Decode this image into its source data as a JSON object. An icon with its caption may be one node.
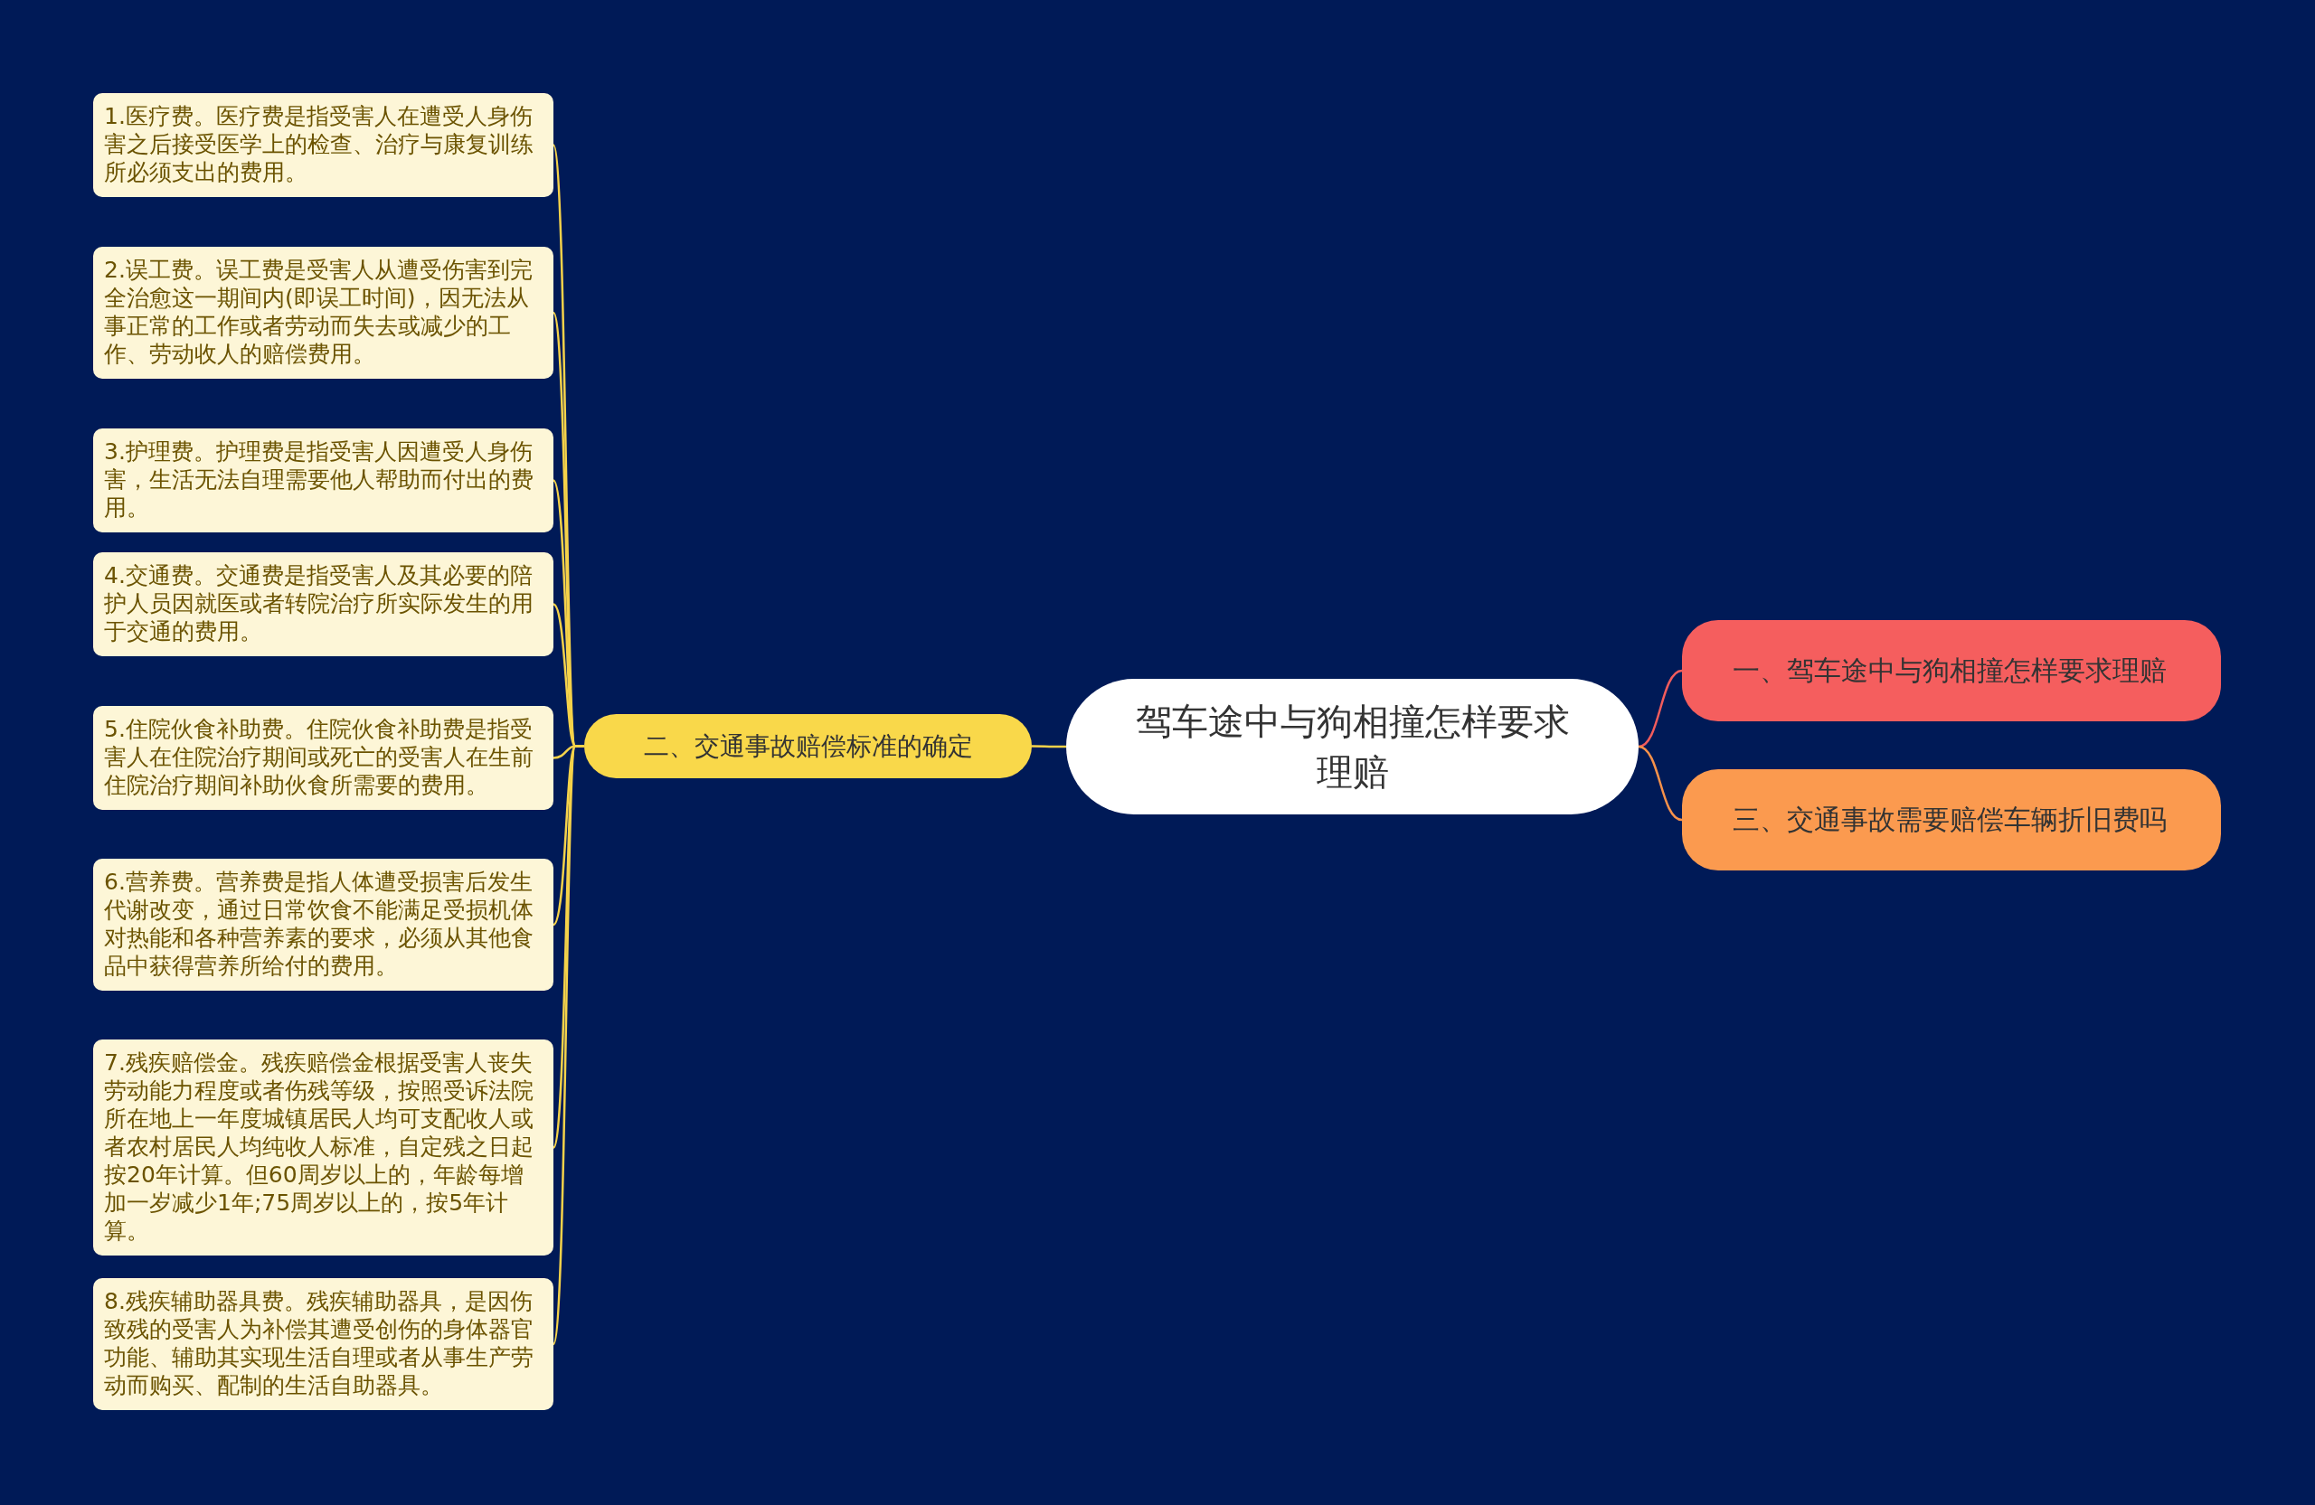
{
  "diagram": {
    "nodes": [
      {
        "text": [
          "驾车途中与狗相撞怎样要求理赔"
        ]
      },
      {
        "text": [
          "一、驾车途中与狗相撞怎样要求理赔"
        ]
      },
      {
        "text": [
          "二、交通事故赔偿标准的确定"
        ]
      },
      {
        "text": [
          "1.医疗费。医疗费是指受害人在遭受人身伤害之后接受医学上的检查、治疗与康复训练所必须支出的费用。"
        ]
      },
      {
        "text": [
          "2.误工费。误工费是受害人从遭受伤害到完全治愈这一期间内(即误工时间)，因无法从事正常的工作或者劳动而失去或减少的工作、劳动收人的赔偿费用。"
        ]
      },
      {
        "text": [
          "3.护理费。护理费是指受害人因遭受人身伤害，生活无法自理需要他人帮助而付出的费用。"
        ]
      },
      {
        "text": [
          "4.交通费。交通费是指受害人及其必要的陪护人员因就医或者转院治疗所实际发生的用于交通的费用。"
        ]
      },
      {
        "text": [
          "5.住院伙食补助费。住院伙食补助费是指受害人在住院治疗期间或死亡的受害人在生前住院治疗期间补助伙食所需要的费用。"
        ]
      },
      {
        "text": [
          "6.营养费。营养费是指人体遭受损害后发生代谢改变，通过日常饮食不能满足受损机体对热能和各种营养素的要求，必须从其他食品中获得营养所给付的费用。"
        ]
      },
      {
        "text": [
          "7.残疾赔偿金。残疾赔偿金根据受害人丧失劳动能力程度或者伤残等级，按照受诉法院所在地上一年度城镇居民人均可支配收人或者农村居民人均纯收人标准，自定残之日起按20年计算。但60周岁以上的，年龄每增加一岁减少1年;75周岁以上的，按5年计算。"
        ]
      },
      {
        "text": [
          "8.残疾辅助器具费。残疾辅助器具，是因伤致残的受害人为补偿其遭受创伤的身体器官功能、辅助其实现生活自理或者从事生产劳动而购买、配制的生活自助器具。"
        ]
      },
      {
        "text": [
          "三、交通事故需要赔偿车辆折旧费吗"
        ]
      }
    ],
    "edges": [
      {
        "from": 0,
        "to": 1,
        "arrow": "none",
        "color": "#f25c5c"
      },
      {
        "from": 0,
        "to": 2,
        "arrow": "none"
      },
      {
        "from": 2,
        "to": 3,
        "arrow": "none"
      },
      {
        "from": 2,
        "to": 4,
        "arrow": "none"
      },
      {
        "from": 2,
        "to": 5,
        "arrow": "none"
      },
      {
        "from": 2,
        "to": 6,
        "arrow": "none"
      },
      {
        "from": 2,
        "to": 7,
        "arrow": "none"
      },
      {
        "from": 2,
        "to": 8,
        "arrow": "none"
      },
      {
        "from": 2,
        "to": 9,
        "arrow": "none"
      },
      {
        "from": 2,
        "to": 10,
        "arrow": "none"
      },
      {
        "from": 0,
        "to": 11,
        "arrow": "none",
        "color": "#f7924a"
      }
    ]
  }
}
